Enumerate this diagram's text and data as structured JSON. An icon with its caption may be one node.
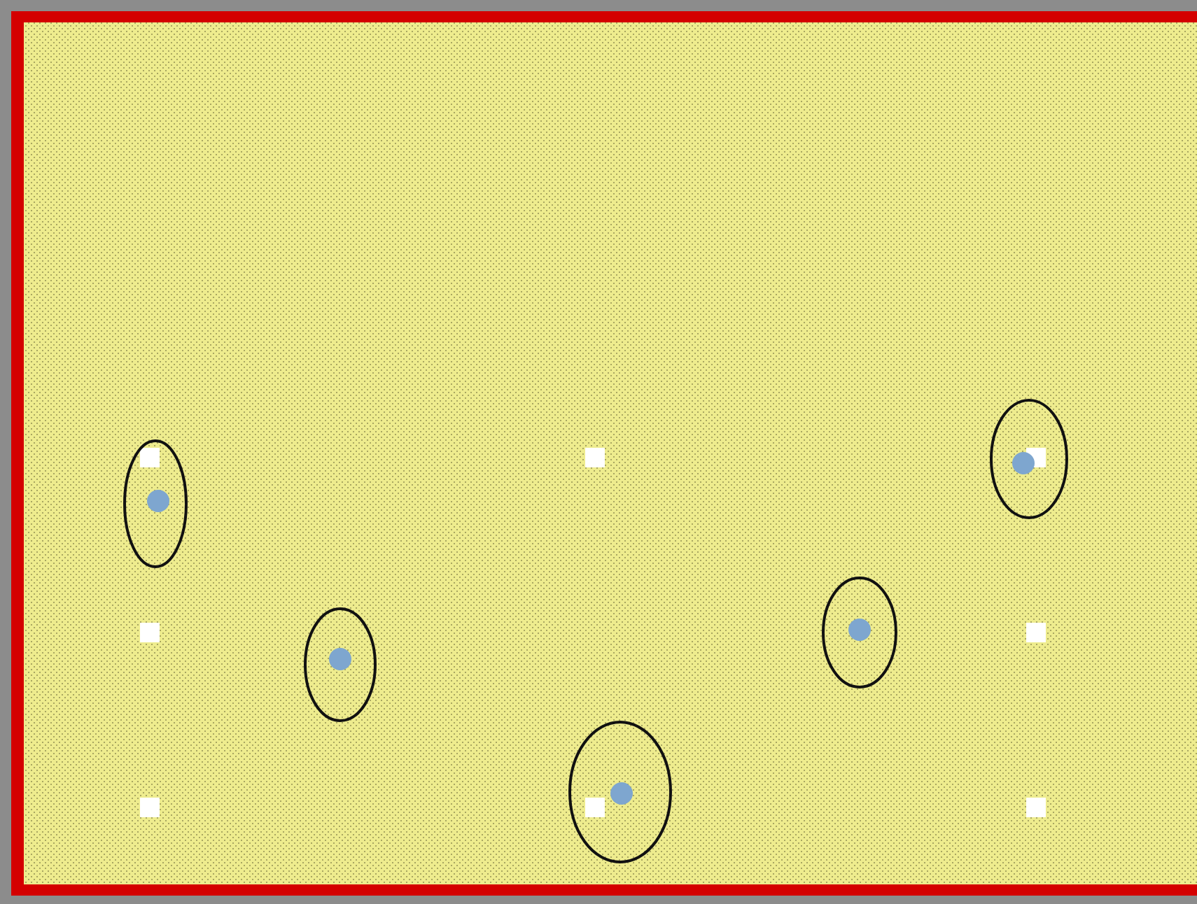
{
  "diagram": {
    "nodes": [
      {
        "text": [],
        "shape": "ellipse"
      },
      {
        "text": [],
        "shape": "ellipse"
      },
      {
        "text": [],
        "shape": "ellipse"
      },
      {
        "text": [],
        "shape": "ellipse"
      },
      {
        "text": [],
        "shape": "ellipse"
      }
    ]
  }
}
